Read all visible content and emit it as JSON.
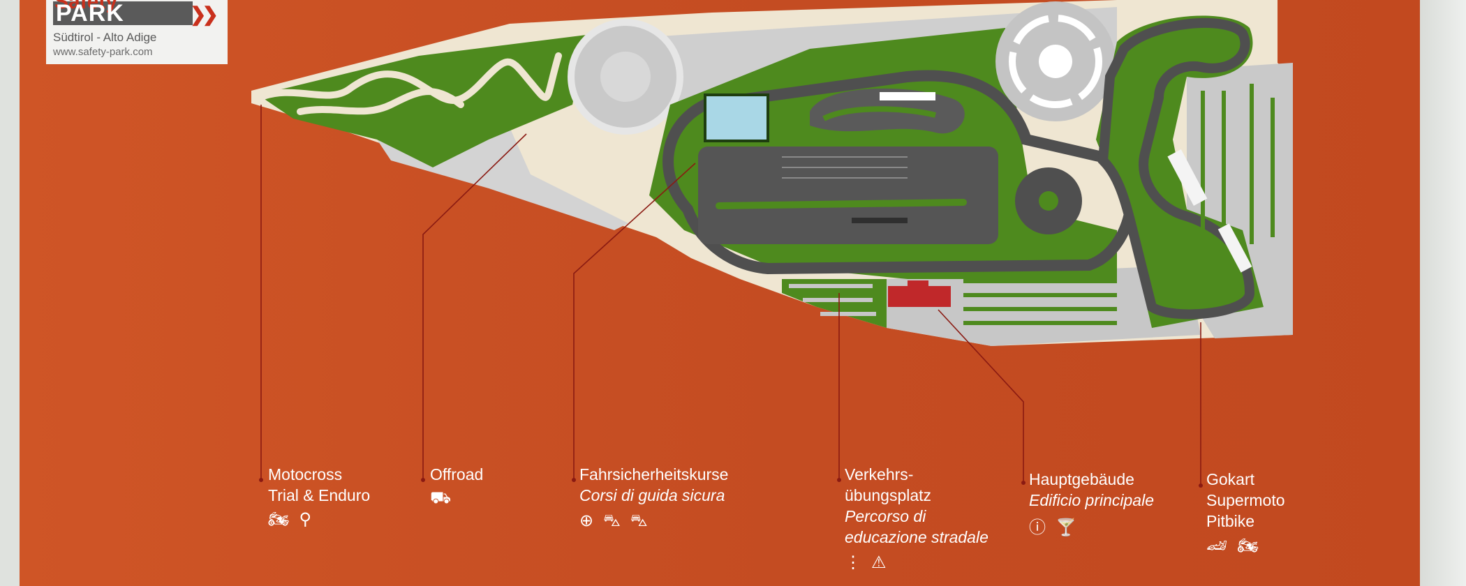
{
  "logo": {
    "brand_top": "Safety",
    "brand_park": "PARK",
    "arrows": "❯❯",
    "region": "Südtirol - Alto Adige",
    "url": "www.safety-park.com"
  },
  "labels": [
    {
      "id": "motocross",
      "lines": [
        "Motocross",
        "Trial & Enduro"
      ],
      "italic": [],
      "icons": [
        "motocross-icon",
        "trial-bike-icon"
      ]
    },
    {
      "id": "offroad",
      "lines": [
        "Offroad"
      ],
      "italic": [],
      "icons": [
        "offroad-vehicle-icon"
      ]
    },
    {
      "id": "fahrsicherheit",
      "lines": [
        "Fahrsicherheitskurse"
      ],
      "italic": [
        "Corsi di guida sicura"
      ],
      "icons": [
        "steering-wheel-icon",
        "skidding-car-icon",
        "braking-car-icon"
      ]
    },
    {
      "id": "verkehr",
      "lines": [
        "Verkehrs-",
        "übungsplatz"
      ],
      "italic": [
        "Percorso di",
        "educazione stradale"
      ],
      "icons": [
        "traffic-light-icon",
        "warning-sign-icon"
      ]
    },
    {
      "id": "haupt",
      "lines": [
        "Hauptgebäude"
      ],
      "italic": [
        "Edificio principale"
      ],
      "icons": [
        "info-icon",
        "cocktail-icon"
      ]
    },
    {
      "id": "gokart",
      "lines": [
        "Gokart",
        "Supermoto",
        "Pitbike"
      ],
      "italic": [],
      "icons": [
        "gokart-icon",
        "supermoto-icon"
      ]
    }
  ],
  "colors": {
    "board": "#c94f23",
    "grass": "#4e8a1e",
    "asphalt": "#4f4f4f",
    "paving": "#c7c7c7",
    "sand": "#efe6d2",
    "building": "#c0282a",
    "water": "#a9d7e6",
    "leader": "#8a1a12"
  }
}
